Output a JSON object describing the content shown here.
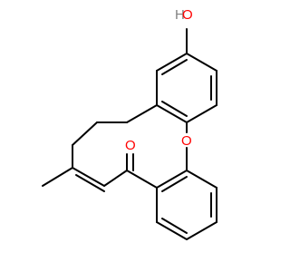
{
  "molecule": {
    "atoms": {
      "hydroxyl_oxygen": "O",
      "hydroxyl_hydrogen": "H",
      "ether_oxygen": "O",
      "carbonyl_oxygen": "O"
    },
    "colors": {
      "bond": "#000000",
      "oxygen": "#ff0000",
      "hydrogen": "#808080",
      "background": "#ffffff"
    }
  }
}
